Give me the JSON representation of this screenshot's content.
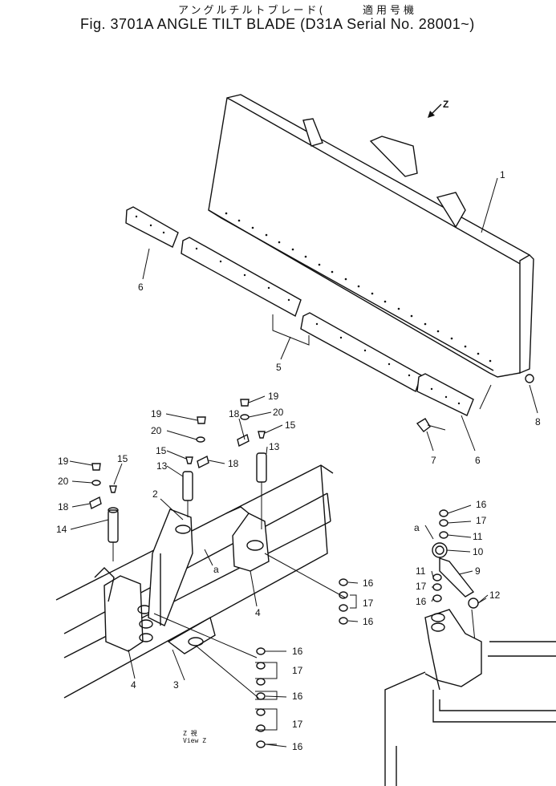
{
  "header": {
    "title_jp": "アングルチルトブレード(",
    "title_jp_right": "適用号機",
    "title_main": "Fig. 3701A  ANGLE TILT BLADE (D31A  Serial No. 28001~)"
  },
  "view_label": {
    "jp": "Z  視",
    "en": "View  Z"
  },
  "direction_label": "Z",
  "callouts": [
    {
      "id": "c1",
      "text": "1"
    },
    {
      "id": "c2",
      "text": "2"
    },
    {
      "id": "c3",
      "text": "3"
    },
    {
      "id": "c4a",
      "text": "4"
    },
    {
      "id": "c4b",
      "text": "4"
    },
    {
      "id": "c5",
      "text": "5"
    },
    {
      "id": "c6a",
      "text": "6"
    },
    {
      "id": "c6b",
      "text": "6"
    },
    {
      "id": "c7",
      "text": "7"
    },
    {
      "id": "c8",
      "text": "8"
    },
    {
      "id": "c9",
      "text": "9"
    },
    {
      "id": "c10",
      "text": "10"
    },
    {
      "id": "c11a",
      "text": "11"
    },
    {
      "id": "c11b",
      "text": "11"
    },
    {
      "id": "c12",
      "text": "12"
    },
    {
      "id": "c13a",
      "text": "13"
    },
    {
      "id": "c13b",
      "text": "13"
    },
    {
      "id": "c14",
      "text": "14"
    },
    {
      "id": "c15a",
      "text": "15"
    },
    {
      "id": "c15b",
      "text": "15"
    },
    {
      "id": "c15c",
      "text": "15"
    },
    {
      "id": "c16a",
      "text": "16"
    },
    {
      "id": "c16b",
      "text": "16"
    },
    {
      "id": "c16c",
      "text": "16"
    },
    {
      "id": "c16d",
      "text": "16"
    },
    {
      "id": "c16e",
      "text": "16"
    },
    {
      "id": "c16f",
      "text": "16"
    },
    {
      "id": "c16g",
      "text": "16"
    },
    {
      "id": "c17a",
      "text": "17"
    },
    {
      "id": "c17b",
      "text": "17"
    },
    {
      "id": "c17c",
      "text": "17"
    },
    {
      "id": "c17d",
      "text": "17"
    },
    {
      "id": "c17e",
      "text": "17"
    },
    {
      "id": "c18a",
      "text": "18"
    },
    {
      "id": "c18b",
      "text": "18"
    },
    {
      "id": "c18c",
      "text": "18"
    },
    {
      "id": "c19a",
      "text": "19"
    },
    {
      "id": "c19b",
      "text": "19"
    },
    {
      "id": "c19c",
      "text": "19"
    },
    {
      "id": "c20a",
      "text": "20"
    },
    {
      "id": "c20b",
      "text": "20"
    },
    {
      "id": "c20c",
      "text": "20"
    },
    {
      "id": "ca1",
      "text": "a"
    },
    {
      "id": "ca2",
      "text": "a"
    }
  ]
}
